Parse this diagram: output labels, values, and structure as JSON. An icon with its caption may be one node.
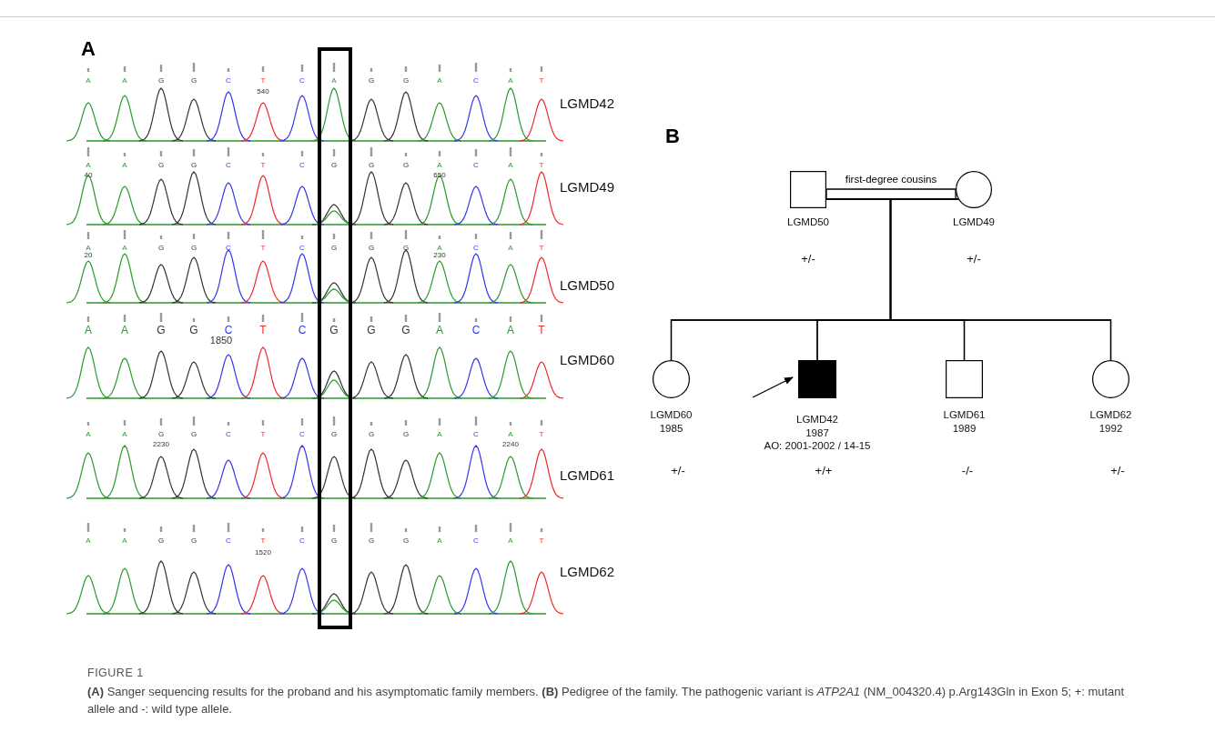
{
  "diagram": {
    "title": "FIGURE 1",
    "caption": "**(A)** Sanger sequencing results for the proband and his asymptomatic family members. **(B)** Pedigree of the family. The pathogenic variant is *ATP2A1* (NM_004320.4) p.Arg143Gln in Exon 5; +: mutant allele and -: wild type allele.",
    "nodes": [
      {
        "text": [
          "LGMD50"
        ],
        "beside": [
          "+/-"
        ]
      },
      {
        "text": [
          "LGMD49"
        ],
        "beside": [
          "+/-"
        ]
      },
      {
        "text": [
          "LGMD60",
          "1985"
        ]
      },
      {
        "text": [
          "LGMD42",
          "1987",
          "AO: 2001-2002 / 14-15"
        ]
      },
      {
        "text": [
          "LGMD61",
          "1989"
        ]
      },
      {
        "text": [
          "LGMD62",
          "1992"
        ]
      }
    ],
    "edges": [
      {
        "from": 0,
        "to": 1,
        "arrow": "none",
        "label": "first-degree cousins"
      },
      {
        "from": 0,
        "to": 2,
        "arrow": "none"
      },
      {
        "from": 0,
        "to": 3,
        "arrow": "none"
      },
      {
        "from": 0,
        "to": 4,
        "arrow": "none"
      },
      {
        "from": 0,
        "to": 5,
        "arrow": "none"
      },
      {
        "from": 1,
        "to": 2,
        "arrow": "none"
      },
      {
        "from": 1,
        "to": 3,
        "arrow": "none"
      },
      {
        "from": 1,
        "to": 4,
        "arrow": "none"
      },
      {
        "from": 1,
        "to": 5,
        "arrow": "none"
      },
      {
        "from": null,
        "to": 3,
        "arrow": "to"
      }
    ],
    "labels": [
      "A",
      "A",
      "A",
      "G",
      "G",
      "C",
      "T",
      "C",
      "A",
      "G",
      "G",
      "A",
      "C",
      "A",
      "T",
      "540",
      "LGMD42",
      "A",
      "A",
      "G",
      "G",
      "C",
      "T",
      "C",
      "G",
      "G",
      "G",
      "A",
      "C",
      "A",
      "T",
      "40",
      "650",
      "LGMD49",
      "A",
      "A",
      "G",
      "G",
      "C",
      "T",
      "C",
      "G",
      "G",
      "G",
      "A",
      "C",
      "A",
      "T",
      "20",
      "230",
      "LGMD50",
      "A",
      "A",
      "G",
      "G",
      "C",
      "T",
      "C",
      "G",
      "G",
      "G",
      "A",
      "C",
      "A",
      "T",
      "1850",
      "LGMD60",
      "A",
      "A",
      "G",
      "G",
      "C",
      "T",
      "C",
      "G",
      "G",
      "G",
      "A",
      "C",
      "A",
      "T",
      "2230",
      "2240",
      "LGMD61",
      "A",
      "A",
      "G",
      "G",
      "C",
      "T",
      "C",
      "G",
      "G",
      "G",
      "A",
      "C",
      "A",
      "T",
      "1520",
      "LGMD62",
      "B",
      "+/-",
      "+/+",
      "-/-",
      "+/-"
    ]
  }
}
